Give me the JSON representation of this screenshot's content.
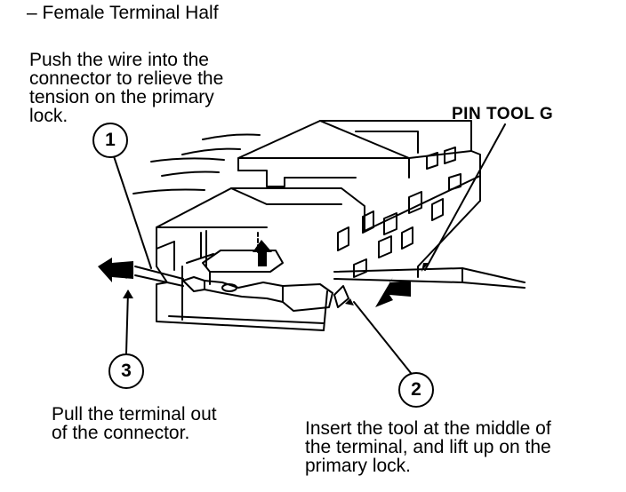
{
  "heading": "– Female Terminal Half",
  "step1": {
    "number": "1",
    "lines": [
      "Push the wire into the",
      "connector to relieve the",
      "tension on the primary",
      "lock."
    ]
  },
  "step2": {
    "number": "2",
    "lines": [
      "Insert the tool at the middle of",
      "the terminal, and lift up on the",
      "primary lock."
    ]
  },
  "step3": {
    "number": "3",
    "lines": [
      "Pull the terminal out",
      "of the connector."
    ]
  },
  "tool_label": "PIN TOOL G"
}
